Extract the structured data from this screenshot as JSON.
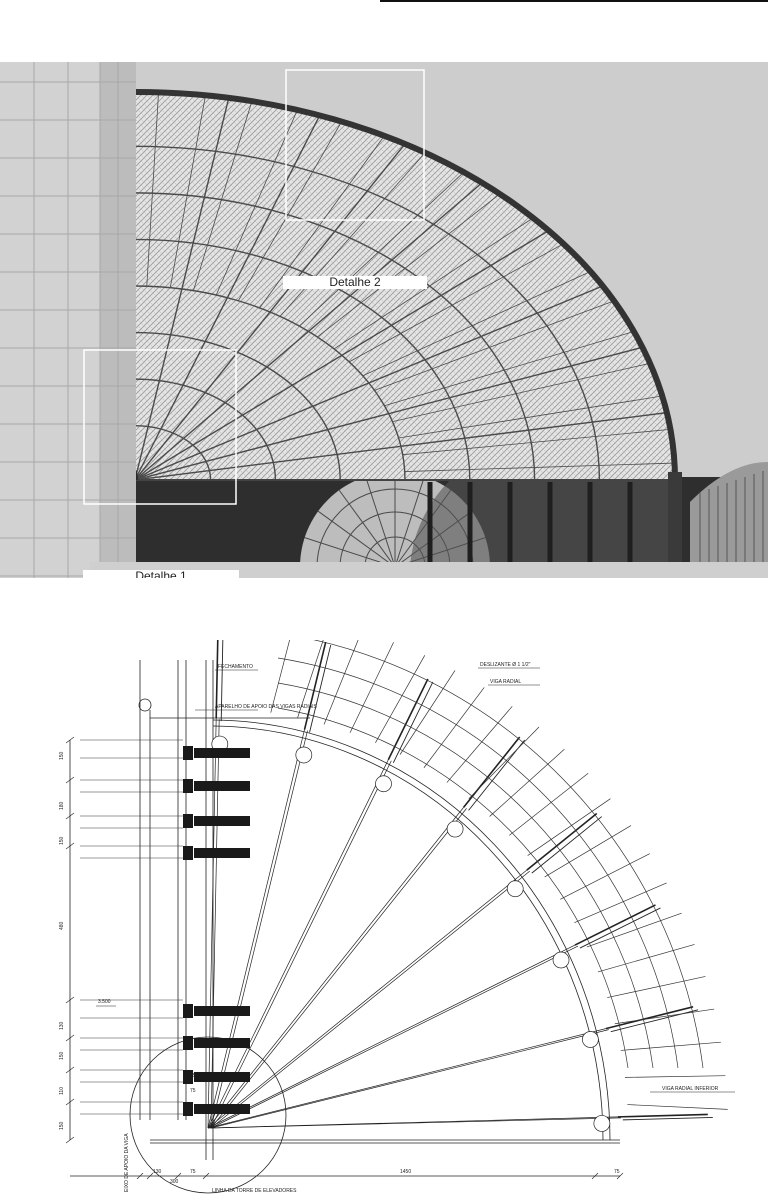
{
  "photo": {
    "detail_2_label": "Detalhe 2",
    "detail_1_label": "Detalhe 1"
  },
  "drawing": {
    "annotations": {
      "fechamento": "FECHAMENTO",
      "aparelho": "APARELHO DE APOIO DAS VIGAS RADIAIS",
      "deslizante": "DESLIZANTE Ø 1 1/2\"",
      "viga_radial": "VIGA RADIAL",
      "viga_radial_inferior": "VIGA RADIAL INFERIOR",
      "torre": "LINHA DA TORRE DE ELEVADORES",
      "eixo": "EIXO DE APOIO DA VIGA",
      "nivel": "3.500"
    },
    "dimensions_left": [
      "150",
      "180",
      "150",
      "480",
      "130",
      "150",
      "110",
      "150"
    ],
    "dimensions_bottom": [
      "130",
      "300",
      "75",
      "1450",
      "75"
    ],
    "small_dims": [
      "75",
      "75"
    ]
  },
  "colors": {
    "sky": "#cfcfcf",
    "wall": "#d6d6d6",
    "steel": "#3a3a3a",
    "mesh": "#e2e2e2"
  }
}
